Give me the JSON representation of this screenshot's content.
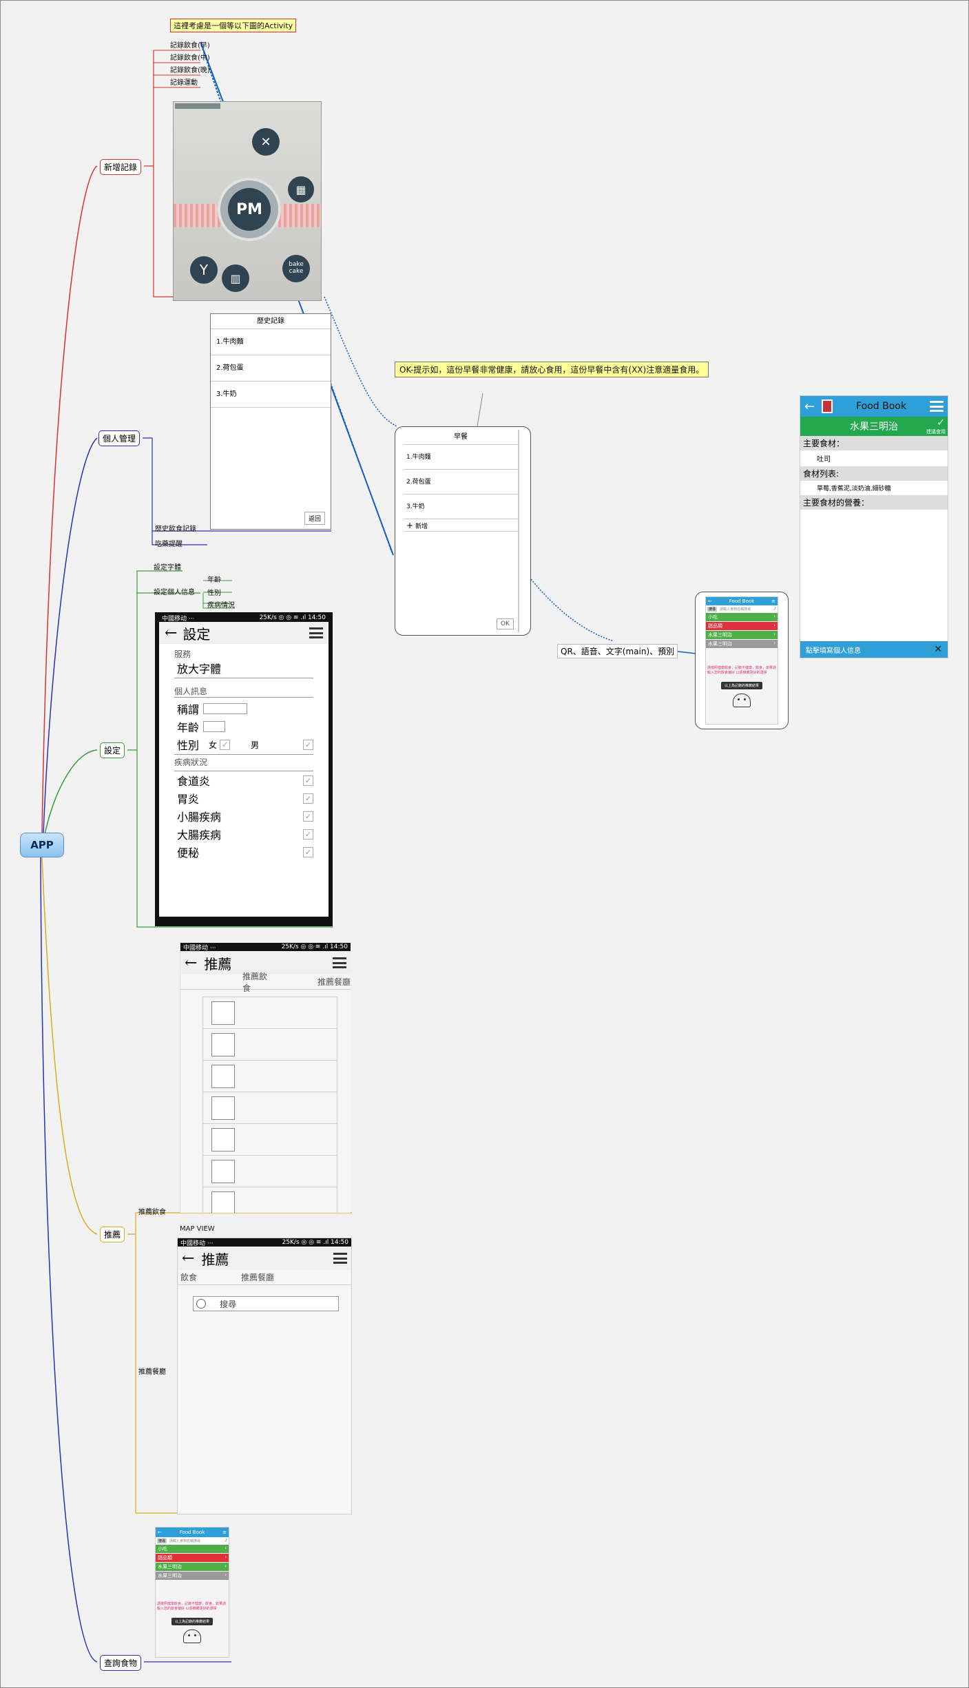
{
  "root": {
    "label": "APP"
  },
  "callout_top": "這裡考慮是一個等以下圖的Activity",
  "branches": {
    "add_record": {
      "label": "新增記錄",
      "items": [
        "記錄飲食(早)",
        "記錄飲食(中)",
        "記錄飲食(晚)",
        "記錄運動"
      ]
    },
    "personal": {
      "label": "個人管理",
      "items": [
        "歷史飲食記錄",
        "吃藥提醒"
      ]
    },
    "settings": {
      "label": "設定",
      "items": [
        "設定字體",
        "設定個人信息"
      ],
      "info_items": [
        "年齡",
        "性別",
        "疾病情況"
      ]
    },
    "recommend": {
      "label": "推薦",
      "items": [
        "推薦飲食",
        "推薦餐廳"
      ],
      "map_label": "MAP VIEW"
    },
    "query": {
      "label": "查詢食物"
    }
  },
  "clock_app": {
    "center_text": "PM",
    "cake_label": "bake cake"
  },
  "history_screen": {
    "title": "歷史記錄",
    "items": [
      "1.牛肉麵",
      "2.荷包蛋",
      "3.牛奶"
    ],
    "back_button": "返回"
  },
  "breakfast_callout": "OK-提示如，這份早餐非常健康，請放心食用，這份早餐中含有(XX)注意適量食用。",
  "breakfast_screen": {
    "title": "早餐",
    "items": [
      "1.牛肉麵",
      "2.荷包蛋",
      "3.牛奶"
    ],
    "add_label": "新增",
    "ok_button": "OK"
  },
  "qr_label": "QR、語音、文字(main)、預別",
  "foodbook_small": {
    "app_title": "Food Book",
    "search_tag": "搜尋",
    "search_placeholder": "請輸入食物名稱搜尋",
    "rows": [
      {
        "label": "小吃",
        "color": "#4fae48"
      },
      {
        "label": "甜品類",
        "color": "#e0303a"
      },
      {
        "label": "水果三明治",
        "color": "#4fae48"
      },
      {
        "label": "水果三明治",
        "color": "#9a9a9a"
      }
    ],
    "pink_text": "請按照健康飲食，記錄不健康，飲食，如果請輸入您的飲食偏好 以便推薦更好的選擇",
    "button": "以上為記錄的推薦結果"
  },
  "foodbook_big": {
    "app_title": "Food Book",
    "dish": "水果三明治",
    "eat_label": "建議食用",
    "main_ingredient_header": "主要食材：",
    "main_ingredient": "吐司",
    "ingredient_list_header": "食材列表:",
    "ingredient_list": "草莓,香蕉泥,淡奶油,細砂糖",
    "nutrition_header": "主要食材的營養：",
    "footer": "點擊填寫個人信息"
  },
  "settings_screen": {
    "status_left": "中國移动 ···",
    "status_right": "25K/s ◎ ◎ ≋ .ıl 14:50",
    "title": "設定",
    "service_header": "服務",
    "font_option": "放大字體",
    "info_header": "個人訊息",
    "name_label": "稱謂",
    "age_label": "年齡",
    "gender_label": "性別",
    "female": "女",
    "male": "男",
    "disease_header": "疾病狀況",
    "diseases": [
      "食道炎",
      "胃炎",
      "小腸疾病",
      "大腸疾病",
      "便秘"
    ]
  },
  "recommend_food_screen": {
    "status_left": "中國移动 ···",
    "status_right": "25K/s ◎ ◎ ≋ .ıl 14:50",
    "title": "推薦",
    "tab1": "推薦飲食",
    "tab2": "推薦餐廳"
  },
  "recommend_rest_screen": {
    "status_left": "中國移动 ···",
    "status_right": "25K/s ◎ ◎ ≋ .ıl 14:50",
    "title": "推薦",
    "tab1": "飲食",
    "tab2": "推薦餐廳",
    "search_placeholder": "搜尋"
  }
}
